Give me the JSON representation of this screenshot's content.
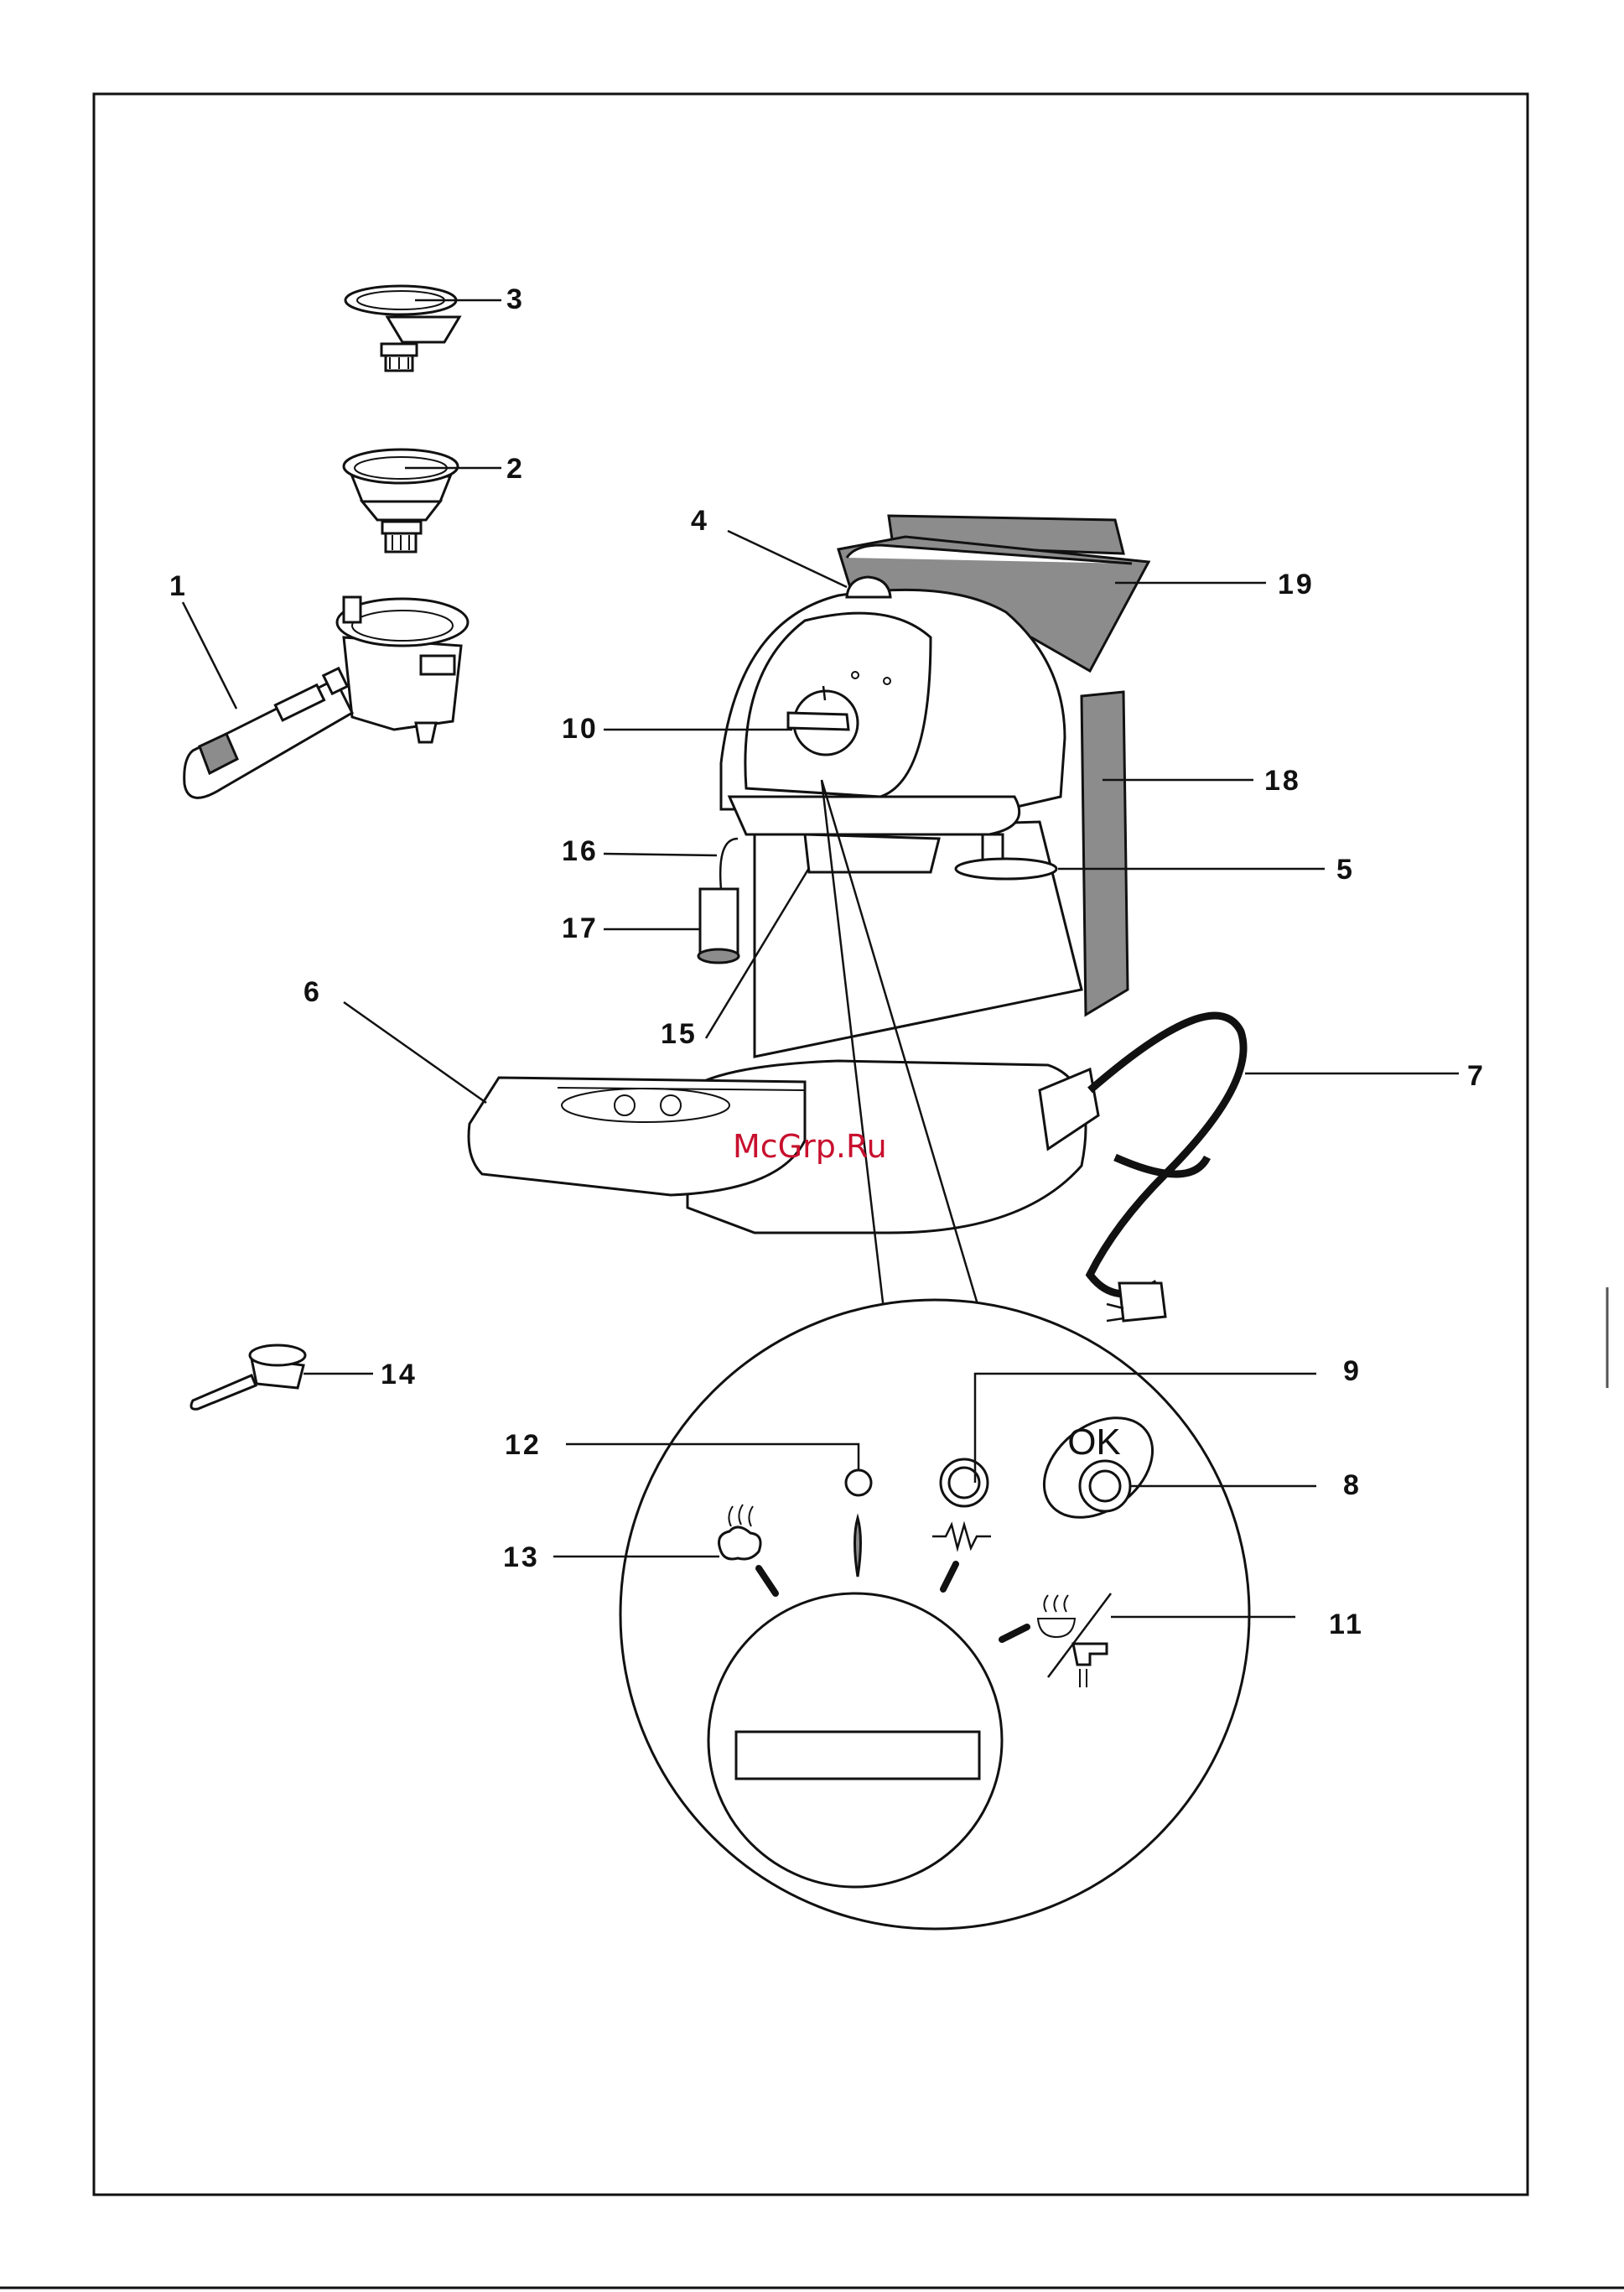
{
  "watermark": "McGrp.Ru",
  "ok_button_text": "OK",
  "callouts": [
    {
      "id": "1",
      "text": "1"
    },
    {
      "id": "2",
      "text": "2"
    },
    {
      "id": "3",
      "text": "3"
    },
    {
      "id": "4",
      "text": "4"
    },
    {
      "id": "5",
      "text": "5"
    },
    {
      "id": "6",
      "text": "6"
    },
    {
      "id": "7",
      "text": "7"
    },
    {
      "id": "8",
      "text": "8"
    },
    {
      "id": "9",
      "text": "9"
    },
    {
      "id": "10",
      "text": "10"
    },
    {
      "id": "11",
      "text": "11"
    },
    {
      "id": "12",
      "text": "12"
    },
    {
      "id": "13",
      "text": "13"
    },
    {
      "id": "14",
      "text": "14"
    },
    {
      "id": "15",
      "text": "15"
    },
    {
      "id": "16",
      "text": "16"
    },
    {
      "id": "17",
      "text": "17"
    },
    {
      "id": "18",
      "text": "18"
    },
    {
      "id": "19",
      "text": "19"
    }
  ]
}
